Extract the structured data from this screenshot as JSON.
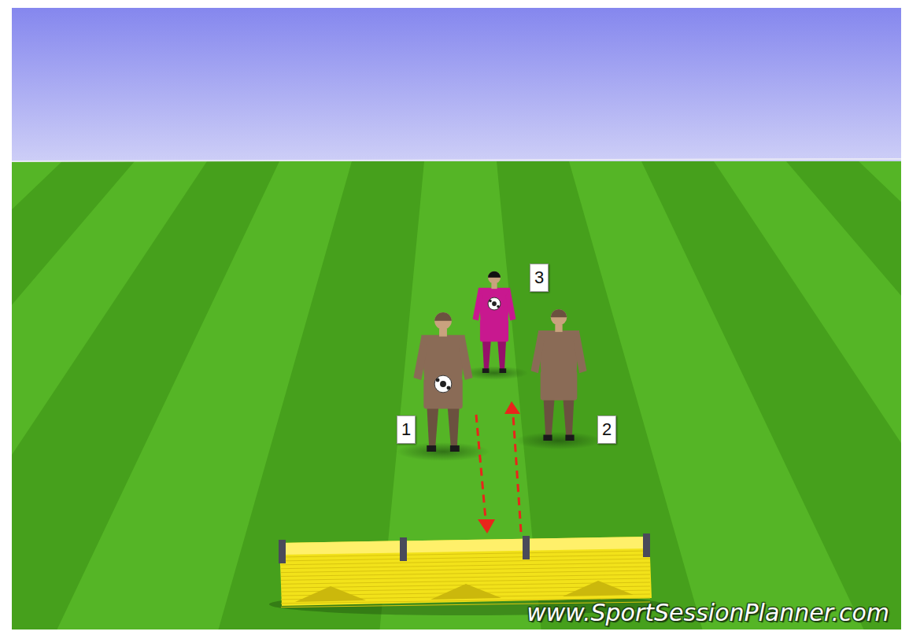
{
  "diagram": {
    "nodes": [
      {
        "text": [
          "3"
        ]
      },
      {
        "text": [
          "1"
        ]
      },
      {
        "text": [
          "2"
        ]
      }
    ],
    "labels": [
      "www.SportSessionPlanner.com"
    ]
  }
}
